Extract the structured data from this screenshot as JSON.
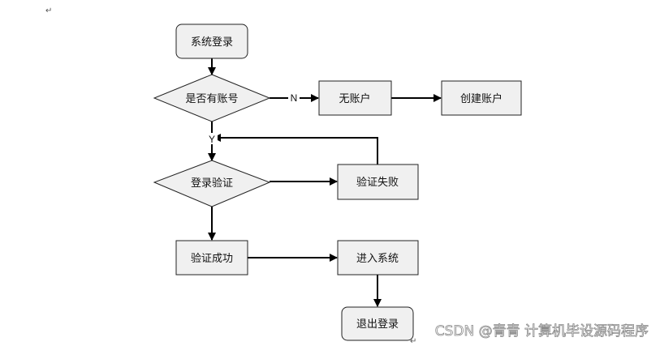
{
  "nodes": {
    "login": "系统登录",
    "has_account": "是否有账号",
    "no_account": "无账户",
    "create_account": "创建账户",
    "verify": "登录验证",
    "verify_fail": "验证失败",
    "verify_success": "验证成功",
    "enter_system": "进入系统",
    "logout": "退出登录"
  },
  "edges": {
    "no": "N",
    "yes": "Y"
  },
  "marks": {
    "return_mark": "↵"
  },
  "watermark": "CSDN @青青  计算机毕设源码程序",
  "colors": {
    "node_fill": "#f0f0f0",
    "node_stroke": "#222222",
    "edge": "#000000"
  }
}
